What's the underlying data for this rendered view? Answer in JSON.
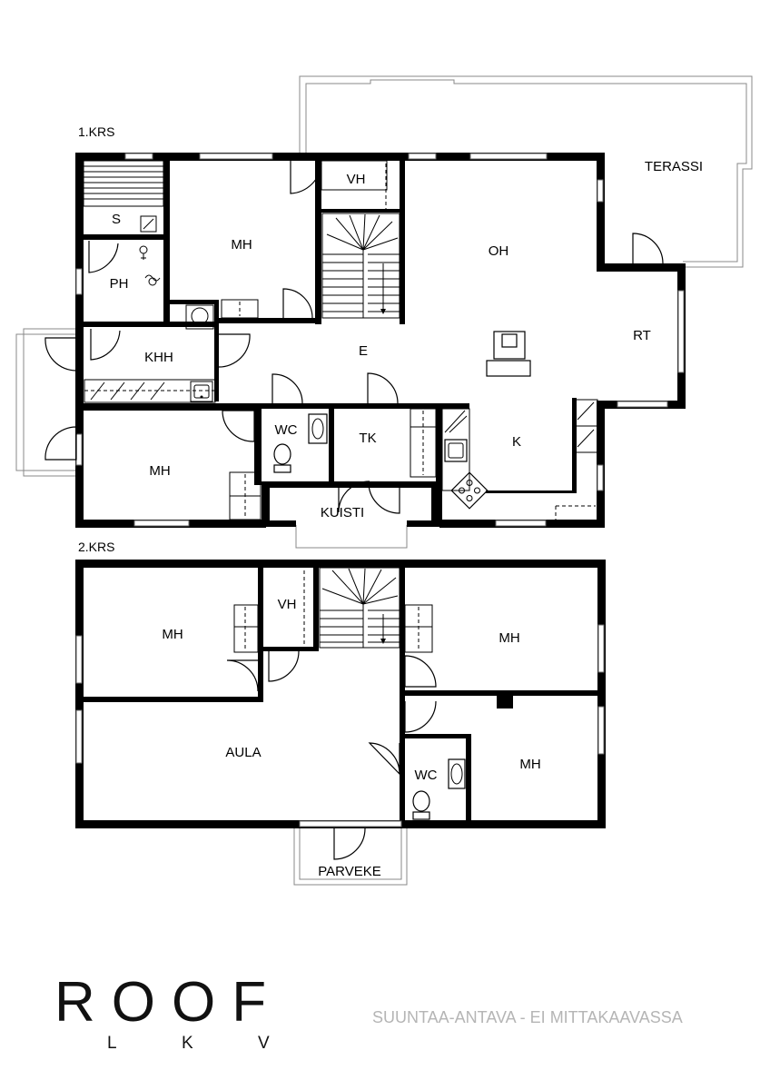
{
  "floors": [
    {
      "label": "1.KRS",
      "rooms": [
        "S",
        "MH",
        "VH",
        "OH",
        "TERASSI",
        "PH",
        "E",
        "RT",
        "KHH",
        "WC",
        "TK",
        "K",
        "MH",
        "KUISTI"
      ]
    },
    {
      "label": "2.KRS",
      "rooms": [
        "MH",
        "VH",
        "MH",
        "AULA",
        "WC",
        "MH",
        "PARVEKE"
      ]
    }
  ],
  "logo": {
    "main": "ROOF",
    "sub": [
      "L",
      "K",
      "V"
    ]
  },
  "disclaimer": "SUUNTAA-ANTAVA - EI MITTAKAAVASSA"
}
